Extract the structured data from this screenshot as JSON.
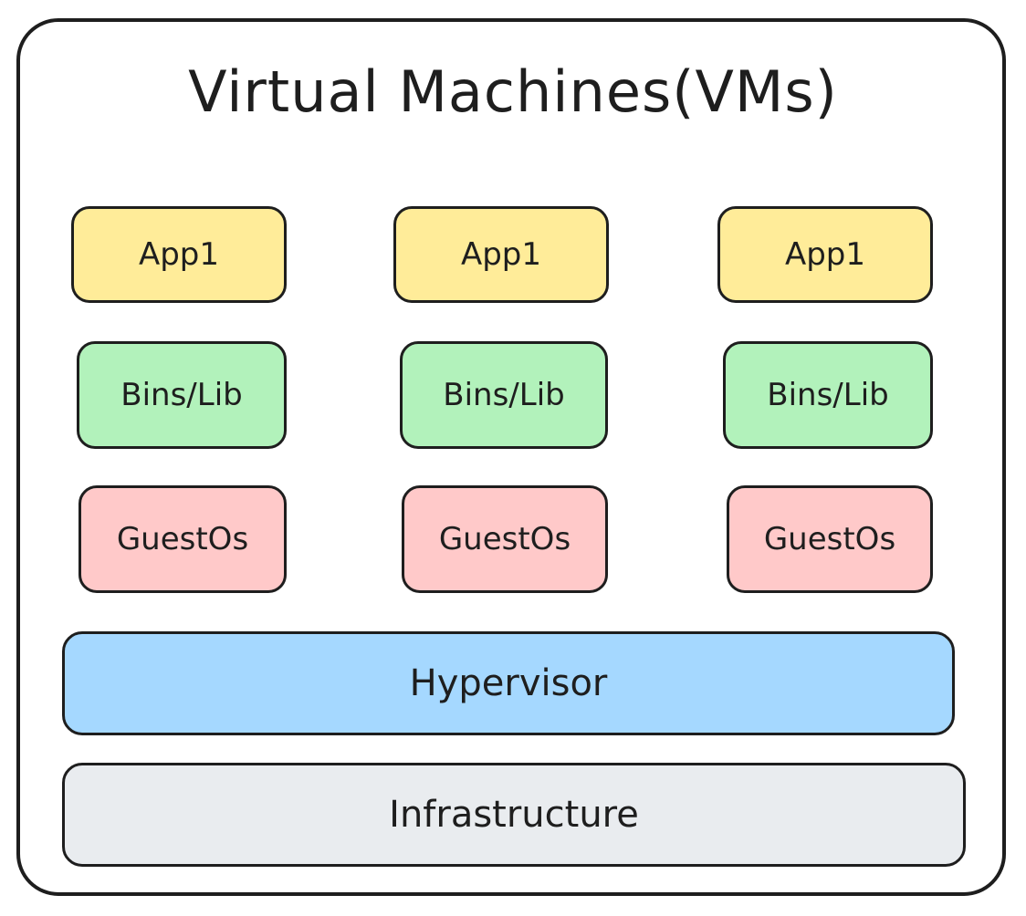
{
  "title": "Virtual Machines(VMs)",
  "colors": {
    "app": "#ffec99",
    "bins": "#b2f2bb",
    "guest": "#ffc9c9",
    "hypervisor": "#a5d8ff",
    "infrastructure": "#e9ecef"
  },
  "vms": [
    {
      "app": "App1",
      "bins": "Bins/Lib",
      "guest_os": "GuestOs"
    },
    {
      "app": "App1",
      "bins": "Bins/Lib",
      "guest_os": "GuestOs"
    },
    {
      "app": "App1",
      "bins": "Bins/Lib",
      "guest_os": "GuestOs"
    }
  ],
  "hypervisor": "Hypervisor",
  "infrastructure": "Infrastructure"
}
